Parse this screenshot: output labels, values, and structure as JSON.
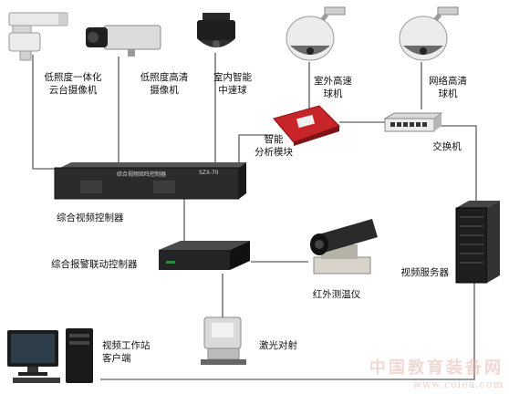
{
  "labels": {
    "pan_tilt_camera": "低照度一体化\n云台摄像机",
    "hd_camera": "低照度高清\n摄像机",
    "indoor_dome": "室内智能\n中速球",
    "outdoor_dome": "室外高速\n球机",
    "network_dome": "网络高清\n球机",
    "analysis_module": "智能\n分析模块",
    "switch": "交换机",
    "video_controller": "综合视频控制器",
    "alarm_controller": "综合报警联动控制器",
    "thermometer": "红外测温仪",
    "laser": "激光对射",
    "video_server": "视频服务器",
    "workstation": "视频工作站\n客户端"
  },
  "device_panels": {
    "video_controller_text": "综合视频矩阵控制器",
    "video_controller_model": "SZX-70"
  },
  "watermark": {
    "cn": "中国教育装备网",
    "en": "www.ceiea.com"
  },
  "colors": {
    "wire": "#7a7a7a",
    "device_dark": "#2b2b2b",
    "module_red": "#c8252a"
  }
}
